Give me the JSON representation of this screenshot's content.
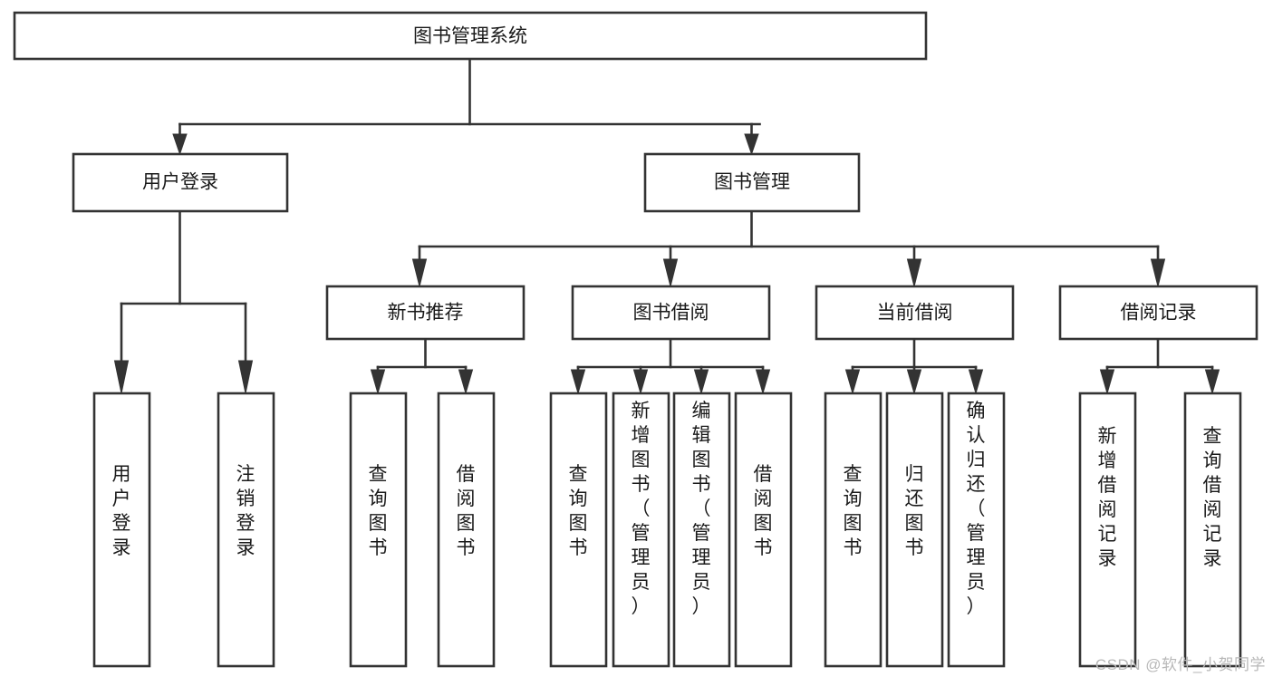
{
  "diagram": {
    "type": "tree-hierarchy",
    "title": "图书管理系统",
    "colors": {
      "box_stroke": "#333333",
      "box_fill": "#ffffff",
      "text": "#1a1a1a",
      "watermark": "#b8b8b8",
      "background": "#ffffff"
    },
    "root": {
      "label": "图书管理系统",
      "orientation": "horizontal"
    },
    "level2": [
      {
        "id": "user-login",
        "label": "用户登录",
        "orientation": "horizontal"
      },
      {
        "id": "book-management",
        "label": "图书管理",
        "orientation": "horizontal"
      }
    ],
    "level3": [
      {
        "id": "new-book-recommend",
        "label": "新书推荐",
        "orientation": "horizontal",
        "parent": "book-management"
      },
      {
        "id": "book-borrow",
        "label": "图书借阅",
        "orientation": "horizontal",
        "parent": "book-management"
      },
      {
        "id": "current-borrow",
        "label": "当前借阅",
        "orientation": "horizontal",
        "parent": "book-management"
      },
      {
        "id": "borrow-record",
        "label": "借阅记录",
        "orientation": "horizontal",
        "parent": "book-management"
      }
    ],
    "leaves": [
      {
        "id": "leaf-user-login",
        "label": "用户登录",
        "parent": "user-login",
        "orientation": "vertical"
      },
      {
        "id": "leaf-user-logout",
        "label": "注销登录",
        "parent": "user-login",
        "orientation": "vertical"
      },
      {
        "id": "leaf-query-book-1",
        "label": "查询图书",
        "parent": "new-book-recommend",
        "orientation": "vertical"
      },
      {
        "id": "leaf-borrow-book-1",
        "label": "借阅图书",
        "parent": "new-book-recommend",
        "orientation": "vertical"
      },
      {
        "id": "leaf-query-book-2",
        "label": "查询图书",
        "parent": "book-borrow",
        "orientation": "vertical"
      },
      {
        "id": "leaf-add-book",
        "label": "新增图书（管理员）",
        "parent": "book-borrow",
        "orientation": "vertical"
      },
      {
        "id": "leaf-edit-book",
        "label": "编辑图书（管理员）",
        "parent": "book-borrow",
        "orientation": "vertical"
      },
      {
        "id": "leaf-borrow-book-2",
        "label": "借阅图书",
        "parent": "book-borrow",
        "orientation": "vertical"
      },
      {
        "id": "leaf-query-book-3",
        "label": "查询图书",
        "parent": "current-borrow",
        "orientation": "vertical"
      },
      {
        "id": "leaf-return-book",
        "label": "归还图书",
        "parent": "current-borrow",
        "orientation": "vertical"
      },
      {
        "id": "leaf-confirm-return",
        "label": "确认归还（管理员）",
        "parent": "current-borrow",
        "orientation": "vertical"
      },
      {
        "id": "leaf-add-record",
        "label": "新增借阅记录",
        "parent": "borrow-record",
        "orientation": "vertical"
      },
      {
        "id": "leaf-query-record",
        "label": "查询借阅记录",
        "parent": "borrow-record",
        "orientation": "vertical"
      }
    ]
  },
  "watermark": {
    "text": "CSDN @软件_小贺同学"
  }
}
